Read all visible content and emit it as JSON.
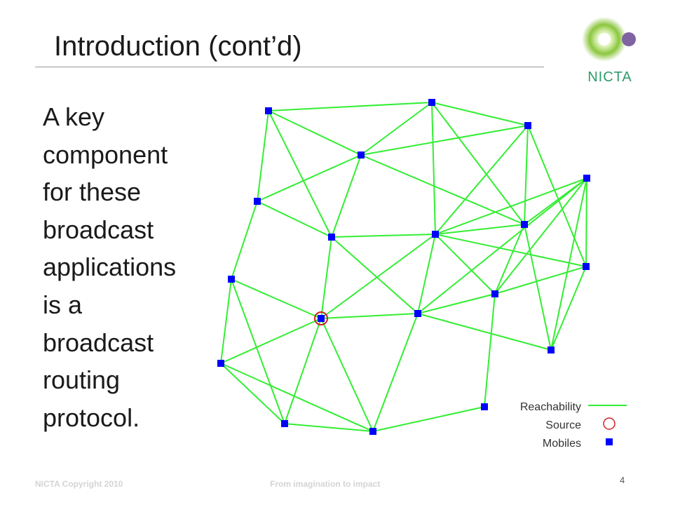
{
  "slide": {
    "title": "Introduction (cont’d)",
    "body_lines": [
      "A key",
      "component",
      "for these",
      "broadcast",
      "applications",
      "is a",
      "broadcast",
      "routing",
      "protocol."
    ]
  },
  "logo": {
    "text": "NICTA",
    "colors": {
      "green": "#8cc63f",
      "purple": "#8064a2",
      "text": "#2e9b6a"
    }
  },
  "legend": {
    "reachability": "Reachability",
    "source": "Source",
    "mobiles": "Mobiles"
  },
  "colors": {
    "edge": "#33ee33",
    "node": "#0000ff",
    "source": "#cc2222"
  },
  "footer": {
    "copyright": "NICTA Copyright 2010",
    "tagline": "From imagination to impact",
    "page_number": "4"
  }
}
